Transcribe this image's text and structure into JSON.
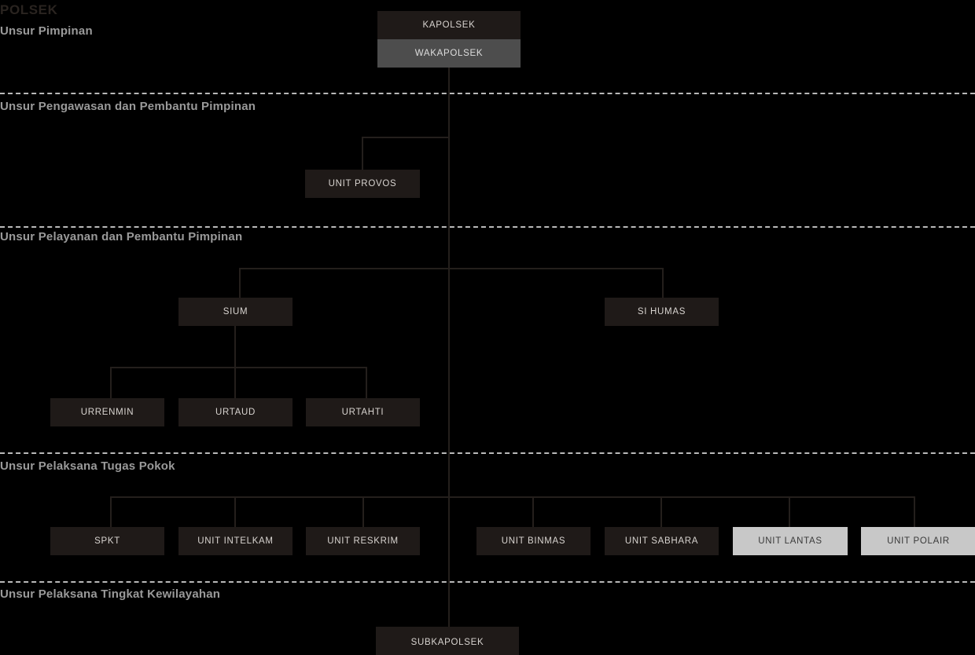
{
  "title": "POLSEK",
  "colors": {
    "background": "#000000",
    "box_dark": "#1f1a18",
    "box_mid": "#4d4d4d",
    "box_light": "#c8c8c8",
    "text_light": "#d8d4d0",
    "text_dark": "#3a3a3a",
    "section_label": "#9a9a9a",
    "brand_label": "#2a2420",
    "divider": "#b9b9b9",
    "connector": "#241f1c"
  },
  "sections": [
    {
      "label": "Unsur Pimpinan"
    },
    {
      "label": "Unsur Pengawasan dan Pembantu Pimpinan"
    },
    {
      "label": "Unsur Pelayanan dan Pembantu Pimpinan"
    },
    {
      "label": "Unsur Pelaksana Tugas Pokok"
    },
    {
      "label": "Unsur Pelaksana Tingkat Kewilayahan"
    }
  ],
  "nodes": {
    "kapolsek": "KAPOLSEK",
    "wakapolsek": "WAKAPOLSEK",
    "unit_provos": "UNIT PROVOS",
    "sium": "SIUM",
    "si_humas": "SI HUMAS",
    "urrenmin": "URRENMIN",
    "urtaud": "URTAUD",
    "urtahti": "URTAHTI",
    "spkt": "SPKT",
    "unit_intelkam": "UNIT INTELKAM",
    "unit_reskrim": "UNIT RESKRIM",
    "unit_binmas": "UNIT BINMAS",
    "unit_sabhara": "UNIT SABHARA",
    "unit_lantas": "UNIT LANTAS",
    "unit_polair": "UNIT POLAIR",
    "subkapolsek": "SUBKAPOLSEK"
  }
}
